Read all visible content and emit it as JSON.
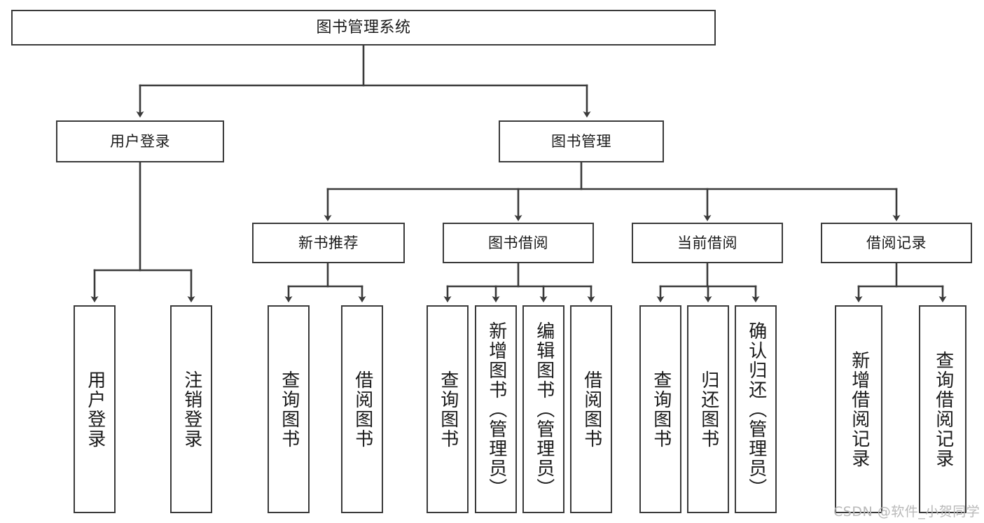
{
  "diagram": {
    "type": "tree-hierarchy",
    "title": "图书管理系统",
    "watermark": "CSDN @软件_小贺同学",
    "colors": {
      "stroke": "#3a3a3a",
      "fill": "#ffffff",
      "text": "#1a1a1a",
      "watermark": "#b9b9b9"
    },
    "levels": {
      "level0": [
        "图书管理系统"
      ],
      "level1": [
        "用户登录",
        "图书管理"
      ],
      "level2": [
        "新书推荐",
        "图书借阅",
        "当前借阅",
        "借阅记录"
      ],
      "level3": [
        "用户登录",
        "注销登录",
        "查询图书",
        "借阅图书",
        "查询图书",
        "新增图书（管理员）",
        "编辑图书（管理员）",
        "借阅图书",
        "查询图书",
        "归还图书",
        "确认归还（管理员）",
        "新增借阅记录",
        "查询借阅记录"
      ]
    },
    "nodes": {
      "root": {
        "label": "图书管理系统"
      },
      "user_login": {
        "label": "用户登录"
      },
      "book_manage": {
        "label": "图书管理"
      },
      "new_book_rec": {
        "label": "新书推荐"
      },
      "book_borrow": {
        "label": "图书借阅"
      },
      "current_borrow": {
        "label": "当前借阅"
      },
      "borrow_record": {
        "label": "借阅记录"
      },
      "leaf_user_login": {
        "label": "用户登录"
      },
      "leaf_logout": {
        "label": "注销登录"
      },
      "leaf_query_book_1": {
        "label": "查询图书"
      },
      "leaf_borrow_book_1": {
        "label": "借阅图书"
      },
      "leaf_query_book_2": {
        "label": "查询图书"
      },
      "leaf_add_book": {
        "label": "新增图书（管理员）"
      },
      "leaf_edit_book": {
        "label": "编辑图书（管理员）"
      },
      "leaf_borrow_book_2": {
        "label": "借阅图书"
      },
      "leaf_query_book_3": {
        "label": "查询图书"
      },
      "leaf_return_book": {
        "label": "归还图书"
      },
      "leaf_confirm_return": {
        "label": "确认归还（管理员）"
      },
      "leaf_add_record": {
        "label": "新增借阅记录"
      },
      "leaf_query_record": {
        "label": "查询借阅记录"
      }
    },
    "edges": [
      {
        "from": "root",
        "to": "user_login"
      },
      {
        "from": "root",
        "to": "book_manage"
      },
      {
        "from": "user_login",
        "to": "leaf_user_login"
      },
      {
        "from": "user_login",
        "to": "leaf_logout"
      },
      {
        "from": "book_manage",
        "to": "new_book_rec"
      },
      {
        "from": "book_manage",
        "to": "book_borrow"
      },
      {
        "from": "book_manage",
        "to": "current_borrow"
      },
      {
        "from": "book_manage",
        "to": "borrow_record"
      },
      {
        "from": "new_book_rec",
        "to": "leaf_query_book_1"
      },
      {
        "from": "new_book_rec",
        "to": "leaf_borrow_book_1"
      },
      {
        "from": "book_borrow",
        "to": "leaf_query_book_2"
      },
      {
        "from": "book_borrow",
        "to": "leaf_add_book"
      },
      {
        "from": "book_borrow",
        "to": "leaf_edit_book"
      },
      {
        "from": "book_borrow",
        "to": "leaf_borrow_book_2"
      },
      {
        "from": "current_borrow",
        "to": "leaf_query_book_3"
      },
      {
        "from": "current_borrow",
        "to": "leaf_return_book"
      },
      {
        "from": "current_borrow",
        "to": "leaf_confirm_return"
      },
      {
        "from": "borrow_record",
        "to": "leaf_add_record"
      },
      {
        "from": "borrow_record",
        "to": "leaf_query_record"
      }
    ]
  }
}
